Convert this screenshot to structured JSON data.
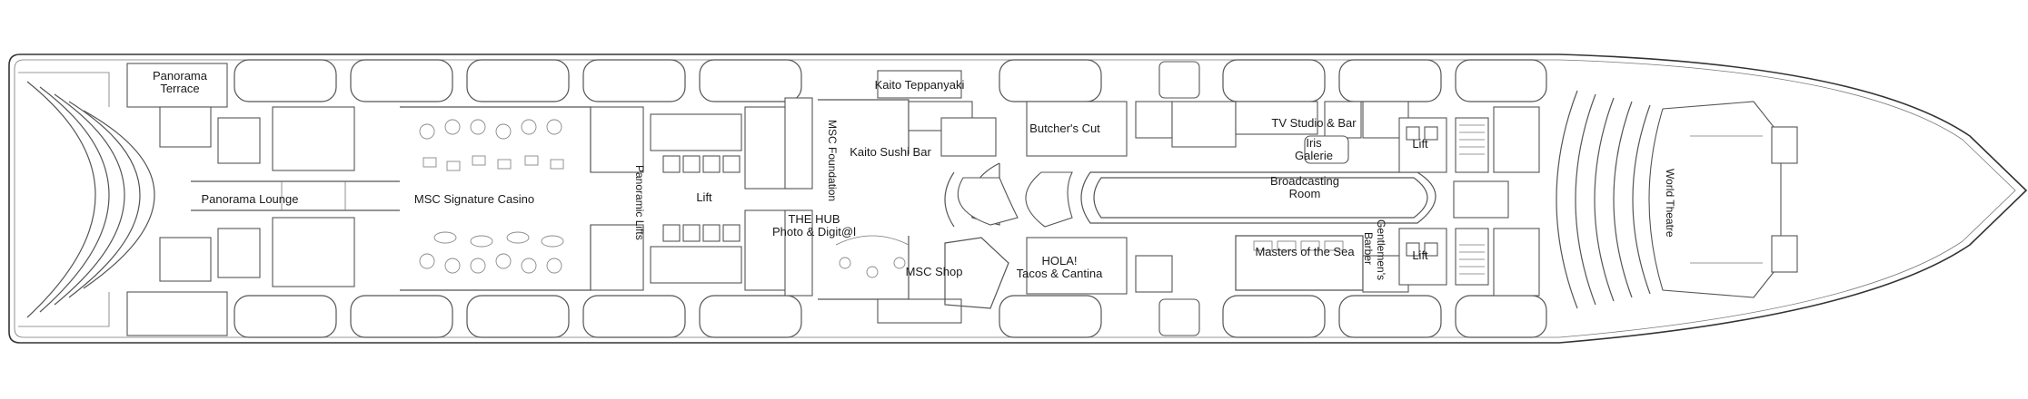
{
  "venues": {
    "panorama_terrace": {
      "line1": "Panorama",
      "line2": "Terrace"
    },
    "kaito_teppanyaki": "Kaito Teppanyaki",
    "msc_foundation": "MSC Foundation",
    "kaito_sushi_bar": "Kaito Sushi Bar",
    "butchers_cut": "Butcher's Cut",
    "tv_studio_bar": "TV Studio & Bar",
    "iris_galerie": {
      "line1": "Iris",
      "line2": "Galerie"
    },
    "lift_fwd_top": "Lift",
    "broadcasting_room": {
      "line1": "Broadcasting",
      "line2": "Room"
    },
    "panorama_lounge": "Panorama Lounge",
    "msc_signature_casino": "MSC Signature Casino",
    "panoramic_lifts": "Panoramic Lifts",
    "lift_mid": "Lift",
    "the_hub": {
      "line1": "THE HUB",
      "line2": "Photo & Digit@l"
    },
    "msc_shop": "MSC Shop",
    "hola": {
      "line1": "HOLA!",
      "line2": "Tacos & Cantina"
    },
    "masters_of_the_sea": "Masters of the Sea",
    "gentlemens_barber": {
      "line1": "Gentlemen's",
      "line2": "Barber"
    },
    "lift_fwd_bottom": "Lift",
    "world_theatre": "World Theatre"
  }
}
